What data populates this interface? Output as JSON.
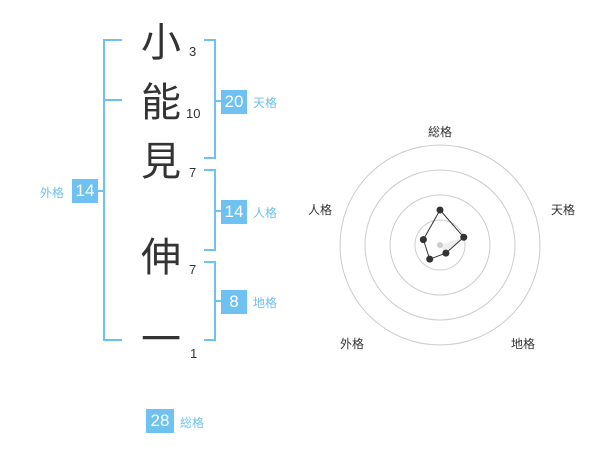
{
  "name": {
    "chars": [
      {
        "char": "小",
        "strokes": "3"
      },
      {
        "char": "能",
        "strokes": "10"
      },
      {
        "char": "見",
        "strokes": "7"
      },
      {
        "char": "伸",
        "strokes": "7"
      },
      {
        "char": "一",
        "strokes": "1"
      }
    ]
  },
  "fortune": {
    "ten": {
      "value": "20",
      "label": "天格"
    },
    "jin": {
      "value": "14",
      "label": "人格"
    },
    "chi": {
      "value": "8",
      "label": "地格"
    },
    "gai": {
      "value": "14",
      "label": "外格"
    },
    "sou": {
      "value": "28",
      "label": "総格"
    }
  },
  "colors": {
    "accent": "#6ec1f0",
    "text": "#333333",
    "grid": "#cccccc"
  },
  "chart_data": {
    "type": "radar",
    "axes": [
      "総格",
      "天格",
      "地格",
      "外格",
      "人格"
    ],
    "values": [
      28,
      20,
      8,
      14,
      14
    ],
    "rings": 4
  }
}
